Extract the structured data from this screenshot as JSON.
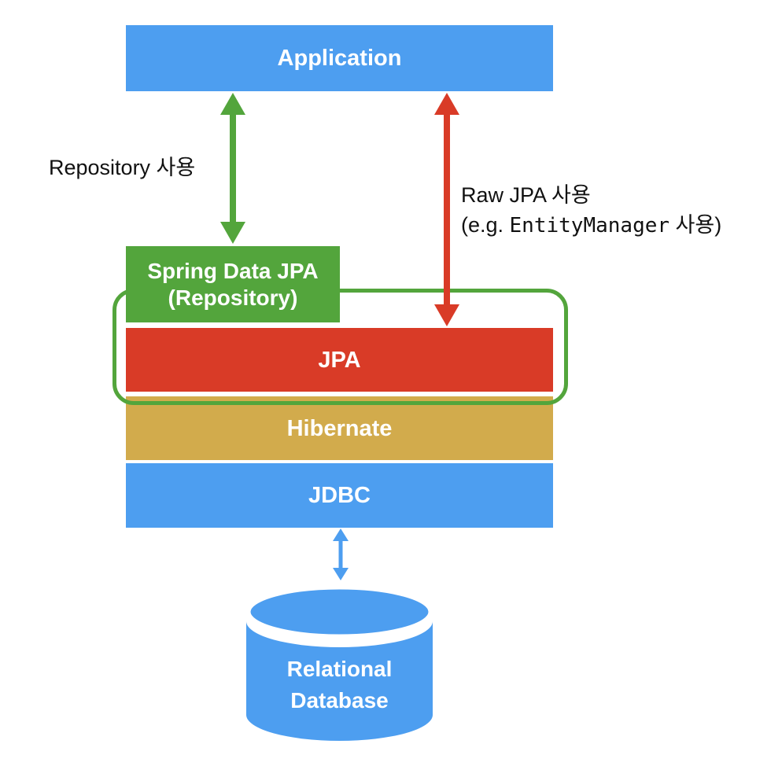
{
  "colors": {
    "blue": "#4D9EF0",
    "green": "#53A53C",
    "red": "#D93B27",
    "gold": "#D2AB4C",
    "text-dark": "#111111",
    "text-light": "#FFFFFF"
  },
  "layers": {
    "application": "Application",
    "spring_data_jpa_line1": "Spring Data JPA",
    "spring_data_jpa_line2": "(Repository)",
    "jpa": "JPA",
    "hibernate": "Hibernate",
    "jdbc": "JDBC",
    "database_line1": "Relational",
    "database_line2": "Database"
  },
  "annotations": {
    "repository_arrow_label": "Repository 사용",
    "raw_jpa_label_line1": "Raw JPA 사용",
    "raw_jpa_label_line2_prefix": "(e.g. ",
    "raw_jpa_label_line2_code": "EntityManager",
    "raw_jpa_label_line2_suffix": " 사용)"
  }
}
